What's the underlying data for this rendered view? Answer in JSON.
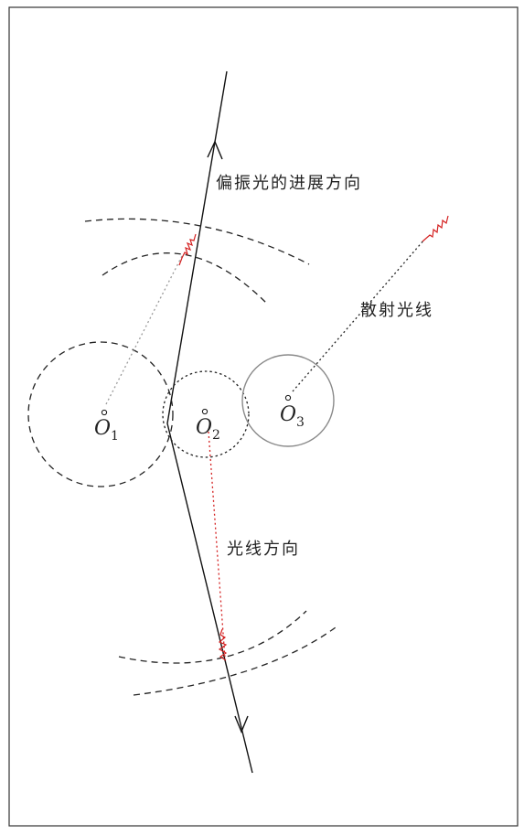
{
  "labels": {
    "polarized_direction": "偏振光的进展方向",
    "scattered_ray": "散射光线",
    "ray_direction": "光线方向"
  },
  "centers": [
    {
      "name": "O",
      "sub": "1"
    },
    {
      "name": "O",
      "sub": "2"
    },
    {
      "name": "O",
      "sub": "3"
    }
  ],
  "colors": {
    "line": "#111111",
    "dashed": "#222222",
    "solid_circle": "#8a8a8a",
    "wave": "#d42020",
    "ray_red": "#d42020",
    "ray_gray": "#9a9a9a"
  }
}
